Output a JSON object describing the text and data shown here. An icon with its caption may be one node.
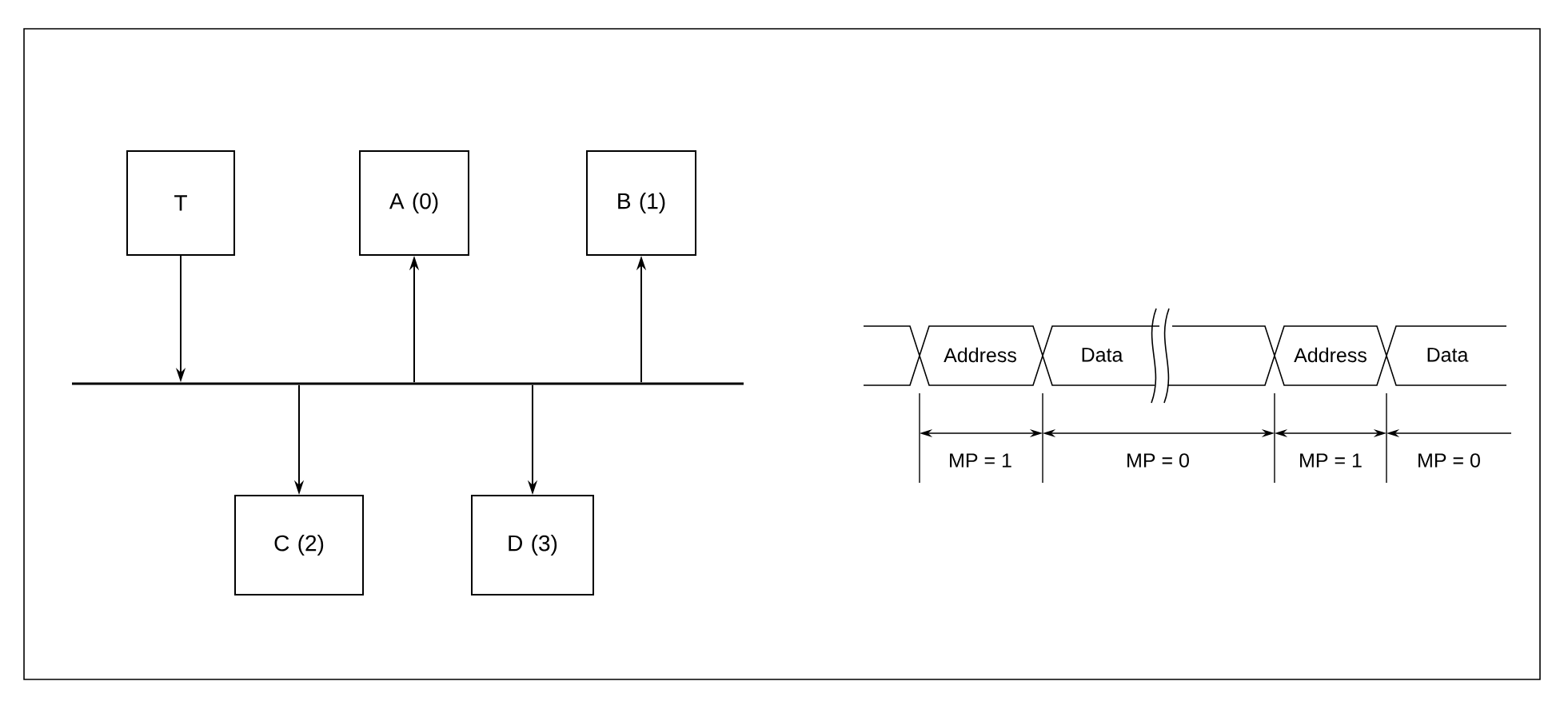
{
  "diagram": {
    "nodes": [
      {
        "text": [
          "T"
        ]
      },
      {
        "text": [
          "A (0)"
        ]
      },
      {
        "text": [
          "B (1)"
        ]
      },
      {
        "text": [],
        "shape": "bar"
      },
      {
        "text": [
          "C (2)"
        ]
      },
      {
        "text": [
          "D (3)"
        ]
      }
    ],
    "edges": [
      {
        "from": 0,
        "to": 3,
        "arrow": "to"
      },
      {
        "from": 3,
        "to": 1,
        "arrow": "to"
      },
      {
        "from": 3,
        "to": 2,
        "arrow": "to"
      },
      {
        "from": 3,
        "to": 4,
        "arrow": "to"
      },
      {
        "from": 3,
        "to": 5,
        "arrow": "to"
      }
    ],
    "labels": [
      "Address",
      "Data",
      "Address",
      "Data",
      "MP = 1",
      "MP = 0",
      "MP = 1",
      "MP = 0"
    ]
  }
}
